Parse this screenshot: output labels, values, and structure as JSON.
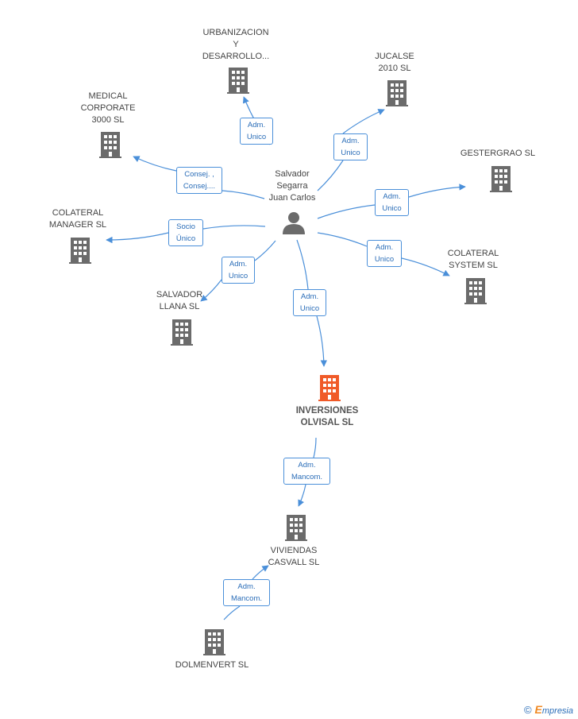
{
  "person": {
    "name_lines": [
      "Salvador",
      "Segarra",
      "Juan Carlos"
    ],
    "icon": "person-icon"
  },
  "companies": [
    {
      "id": "urbanizacion",
      "lines": [
        "URBANIZACION",
        "Y",
        "DESARROLLO..."
      ],
      "highlight": false
    },
    {
      "id": "jucalse",
      "lines": [
        "JUCALSE",
        "2010 SL"
      ],
      "highlight": false
    },
    {
      "id": "medical",
      "lines": [
        "MEDICAL",
        "CORPORATE",
        "3000 SL"
      ],
      "highlight": false
    },
    {
      "id": "gestergrao",
      "lines": [
        "GESTERGRAO SL"
      ],
      "highlight": false
    },
    {
      "id": "colateral_manager",
      "lines": [
        "COLATERAL",
        "MANAGER SL"
      ],
      "highlight": false
    },
    {
      "id": "colateral_system",
      "lines": [
        "COLATERAL",
        "SYSTEM SL"
      ],
      "highlight": false
    },
    {
      "id": "salvador_llana",
      "lines": [
        "SALVADOR",
        "LLANA SL"
      ],
      "highlight": false
    },
    {
      "id": "inversiones",
      "lines": [
        "INVERSIONES",
        "OLVISAL SL"
      ],
      "highlight": true
    },
    {
      "id": "viviendas",
      "lines": [
        "VIVIENDAS",
        "CASVALL SL"
      ],
      "highlight": false
    },
    {
      "id": "dolmenvert",
      "lines": [
        "DOLMENVERT SL"
      ],
      "highlight": false
    }
  ],
  "relations": [
    {
      "id": "r_urbanizacion",
      "lines": [
        "Adm.",
        "Unico"
      ]
    },
    {
      "id": "r_jucalse",
      "lines": [
        "Adm.",
        "Unico"
      ]
    },
    {
      "id": "r_medical",
      "lines": [
        "Consej. ,",
        "Consej...."
      ]
    },
    {
      "id": "r_gestergrao",
      "lines": [
        "Adm.",
        "Unico"
      ]
    },
    {
      "id": "r_colateral_manager",
      "lines": [
        "Socio",
        "Único"
      ]
    },
    {
      "id": "r_colateral_system",
      "lines": [
        "Adm.",
        "Unico"
      ]
    },
    {
      "id": "r_salvador_llana",
      "lines": [
        "Adm.",
        "Unico"
      ]
    },
    {
      "id": "r_inversiones",
      "lines": [
        "Adm.",
        "Unico"
      ]
    },
    {
      "id": "r_viviendas",
      "lines": [
        "Adm.",
        "Mancom."
      ]
    },
    {
      "id": "r_dolmenvert",
      "lines": [
        "Adm.",
        "Mancom."
      ]
    }
  ],
  "colors": {
    "edge": "#4a8fd9",
    "building": "#6b6b6b",
    "building_highlight": "#f05a28",
    "person": "#6b6b6b"
  },
  "footer": {
    "copyright": "©",
    "brand_initial": "E",
    "brand_rest": "mpresia"
  }
}
